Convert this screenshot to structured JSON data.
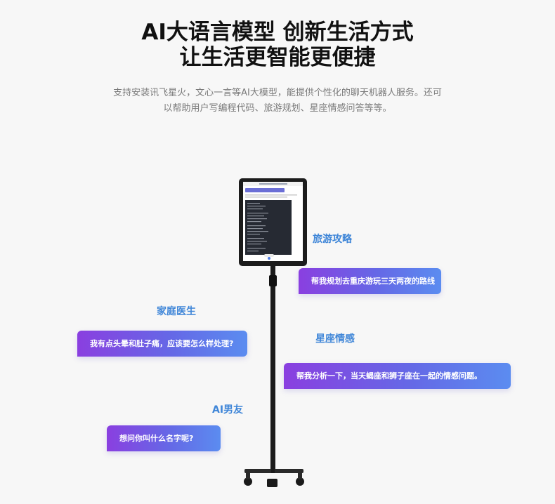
{
  "headline": {
    "line1": "AI大语言模型 创新生活方式",
    "line2": "让生活更智能更便捷"
  },
  "description": {
    "line1": "支持安装讯飞星火，文心一言等AI大模型，能提供个性化的聊天机器人服务。还可",
    "line2": "以帮助用户写编程代码、旅游规划、星座情感问答等等。"
  },
  "scenarios": [
    {
      "topic": "旅游攻略",
      "question": "帮我规划去重庆游玩三天两夜的路线"
    },
    {
      "topic": "家庭医生",
      "question": "我有点头晕和肚子痛，应该要怎么样处理?"
    },
    {
      "topic": "星座情感",
      "question": "帮我分析一下，当天蝎座和狮子座在一起的情感问题。"
    },
    {
      "topic": "AI男友",
      "question": "想问你叫什么名字呢?"
    }
  ],
  "colors": {
    "topic_text": "#3f86d8",
    "bubble_gradient_start": "#8a3fe0",
    "bubble_gradient_end": "#5b8cf0",
    "headline_text": "#111111",
    "description_text": "#7a7a7a",
    "background": "#f7f7f7"
  }
}
